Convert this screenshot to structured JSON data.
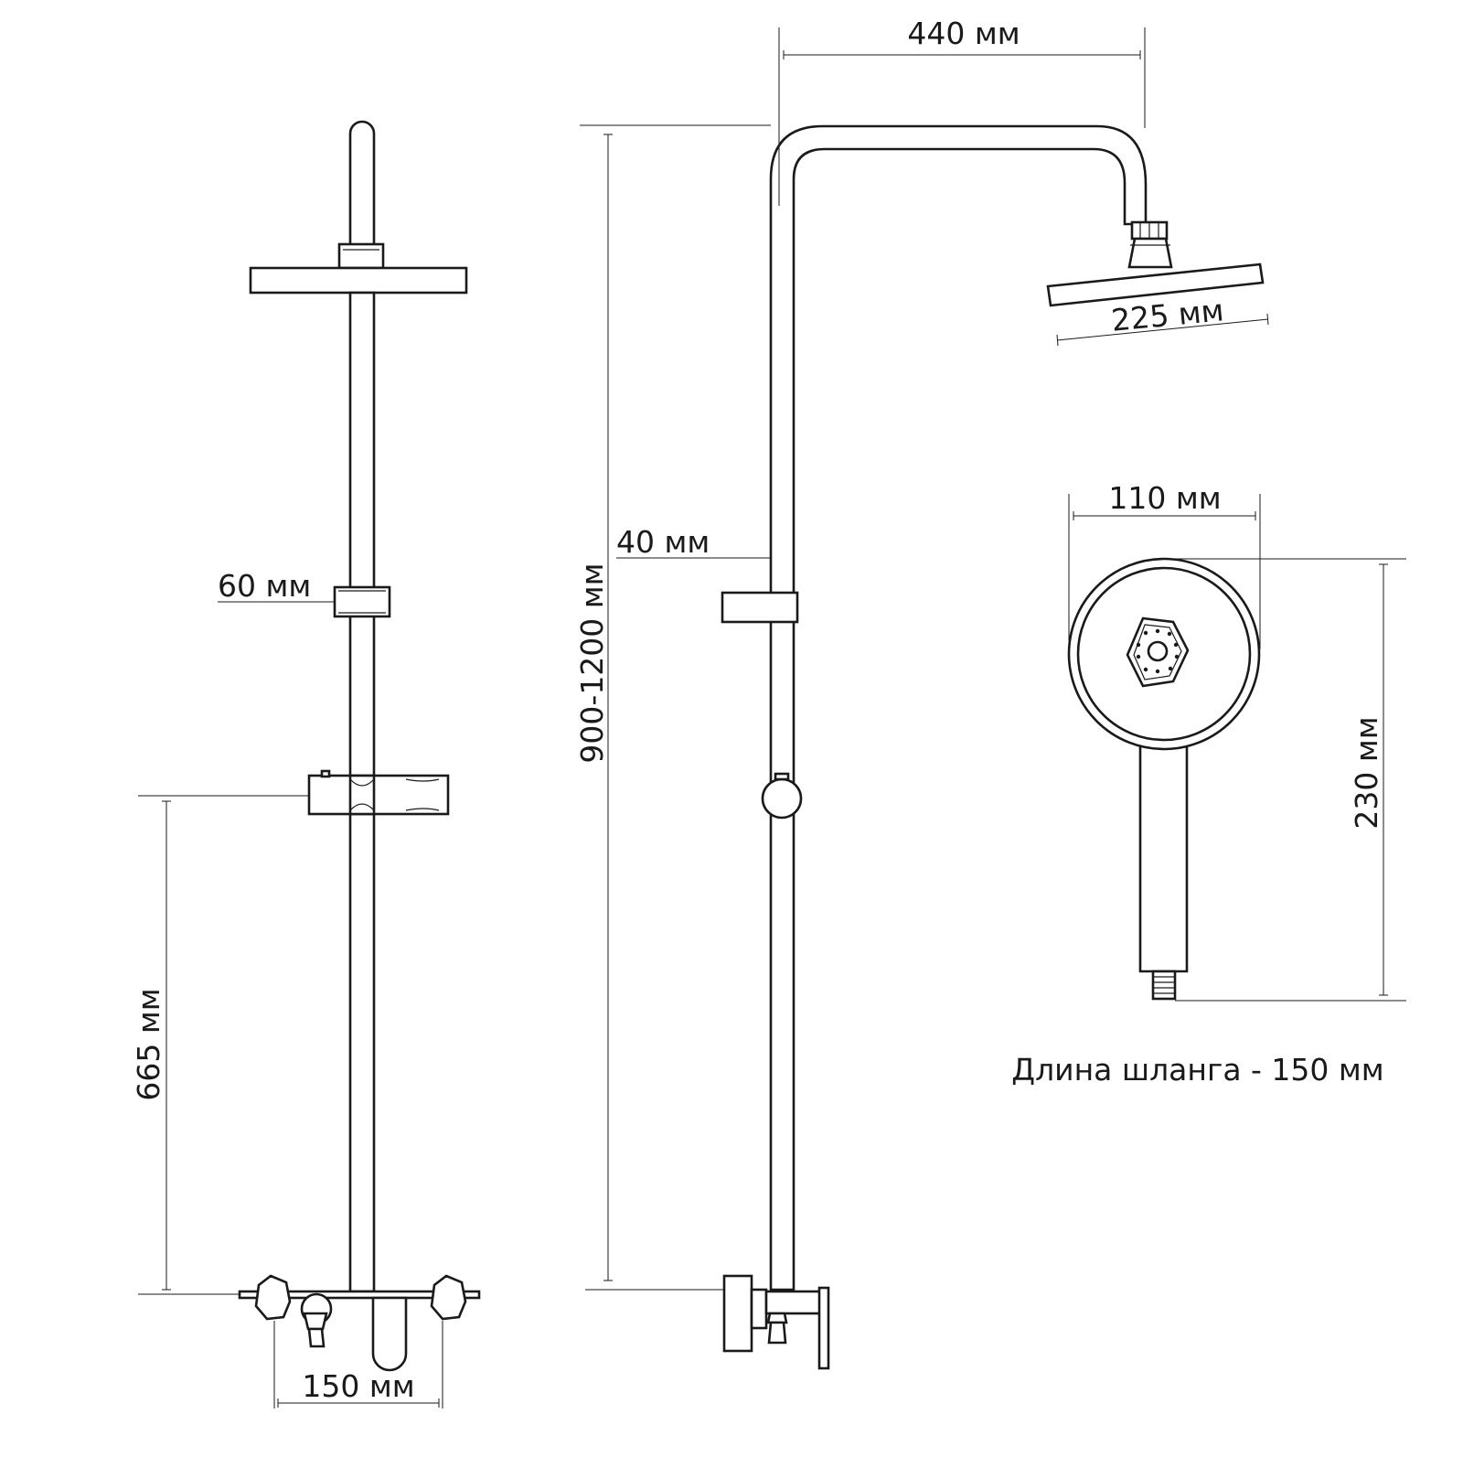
{
  "diagram": {
    "dimensions": {
      "arm_reach": "440 мм",
      "head_width": "225 мм",
      "column_height": "900-1200 мм",
      "pipe_diameter": "40 мм",
      "holder_width": "60 мм",
      "mixer_height": "665 мм",
      "tap_spacing": "150 мм",
      "hand_shower_width": "110 мм",
      "hand_shower_length": "230 мм"
    },
    "hose_note": "Длина шланга - 150 мм"
  }
}
